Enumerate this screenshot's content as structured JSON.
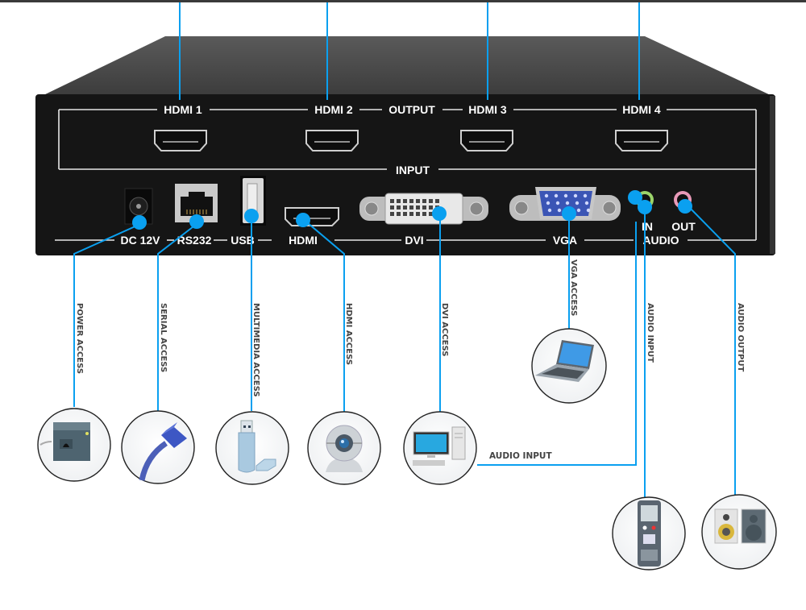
{
  "colors": {
    "accent": "#0aa0f0",
    "device_body": "#151515",
    "device_top": "#4a4a4a",
    "panel_lines": "#e6e6e6",
    "label_text": "#444444"
  },
  "device": {
    "output_section_label": "OUTPUT",
    "input_section_label": "INPUT",
    "output_ports": [
      {
        "label": "HDMI 1",
        "type": "hdmi"
      },
      {
        "label": "HDMI 2",
        "type": "hdmi"
      },
      {
        "label": "HDMI 3",
        "type": "hdmi"
      },
      {
        "label": "HDMI 4",
        "type": "hdmi"
      }
    ],
    "input_ports": [
      {
        "label": "DC 12V",
        "type": "dc-jack"
      },
      {
        "label": "RS232",
        "type": "rj45"
      },
      {
        "label": "USB",
        "type": "usb-a"
      },
      {
        "label": "HDMI",
        "type": "hdmi"
      },
      {
        "label": "DVI",
        "type": "dvi"
      },
      {
        "label": "VGA",
        "type": "vga"
      }
    ],
    "audio_group_label": "AUDIO",
    "audio_in_label": "IN",
    "audio_out_label": "OUT"
  },
  "connections": [
    {
      "label": "POWER ACCESS",
      "port": "DC 12V",
      "device_icon": "power-adapter-icon"
    },
    {
      "label": "SERIAL ACCESS",
      "port": "RS232",
      "device_icon": "network-cable-icon"
    },
    {
      "label": "MULTIMEDIA ACCESS",
      "port": "USB",
      "device_icon": "usb-drive-icon"
    },
    {
      "label": "HDMI ACCESS",
      "port": "HDMI",
      "device_icon": "webcam-icon"
    },
    {
      "label": "DVI ACCESS",
      "port": "DVI",
      "device_icon": "desktop-computer-icon"
    },
    {
      "label": "VGA ACCESS",
      "port": "VGA",
      "device_icon": "laptop-icon"
    },
    {
      "label": "AUDIO INPUT",
      "port": "AUDIO IN",
      "device_icon": "voice-recorder-icon"
    },
    {
      "label": "AUDIO OUTPUT",
      "port": "AUDIO OUT",
      "device_icon": "speakers-icon"
    }
  ],
  "audio_input_from_pc_label": "AUDIO INPUT"
}
